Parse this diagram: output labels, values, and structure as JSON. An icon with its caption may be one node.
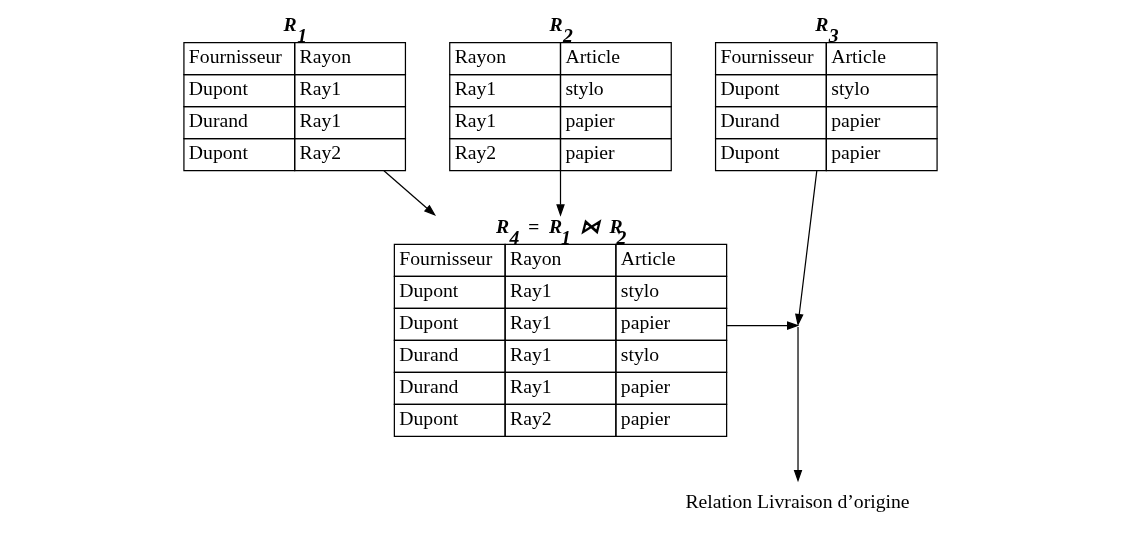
{
  "diagram": {
    "nodes": [
      {
        "text": [
          "R$_{1}$",
          "Fournisseur",
          "Rayon",
          "Dupont",
          "Ray1",
          "Durand",
          "Ray1",
          "Dupont",
          "Ray2"
        ]
      },
      {
        "text": [
          "R$_{2}$",
          "Rayon",
          "Article",
          "Ray1",
          "stylo",
          "Ray1",
          "papier",
          "Ray2",
          "papier"
        ]
      },
      {
        "text": [
          "R$_{3}$",
          "Fournisseur",
          "Article",
          "Dupont",
          "stylo",
          "Durand",
          "papier",
          "Dupont",
          "papier"
        ]
      },
      {
        "text": [
          "R$_{4}$ = R$_{1}$ ⋈ R$_{2}$",
          "Fournisseur",
          "Rayon",
          "Article",
          "Dupont",
          "Ray1",
          "stylo",
          "Dupont",
          "Ray1",
          "papier",
          "Durand",
          "Ray1",
          "stylo",
          "Durand",
          "Ray1",
          "papier",
          "Dupont",
          "Ray2",
          "papier"
        ]
      },
      {
        "text": [
          "Relation Livraison d’origine"
        ]
      }
    ],
    "edges": [
      {
        "from": 0,
        "to": 3,
        "arrow": "to"
      },
      {
        "from": 1,
        "to": 3,
        "arrow": "to"
      },
      {
        "from": 3,
        "to": null,
        "arrow": "to"
      },
      {
        "from": 2,
        "to": null,
        "arrow": "to"
      },
      {
        "from": null,
        "to": 4,
        "arrow": "to"
      }
    ]
  }
}
